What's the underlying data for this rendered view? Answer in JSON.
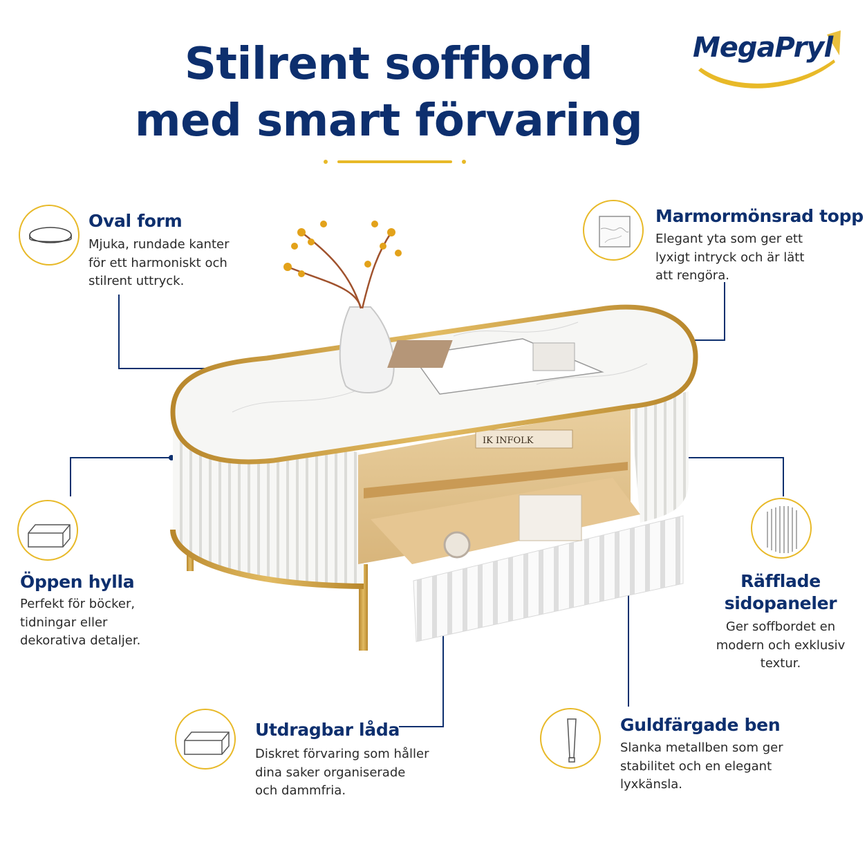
{
  "header": {
    "title_line1": "Stilrent soffbord",
    "title_line2": "med smart förvaring"
  },
  "brand": {
    "logo_text": "MegaPryl"
  },
  "colors": {
    "navy": "#0d2f6e",
    "gold": "#e8b928",
    "white": "#ffffff"
  },
  "features": {
    "oval": {
      "icon": "oval-icon",
      "title": "Oval form",
      "desc": [
        "Mjuka, rundade kanter",
        "för ett harmoniskt och",
        "stilrent uttryck."
      ]
    },
    "marble": {
      "icon": "marble-icon",
      "title": "Marmormönsrad topp",
      "desc": [
        "Elegant yta som ger ett",
        "lyxigt intryck och är lätt",
        "att rengöra."
      ]
    },
    "shelf": {
      "icon": "open-box-icon",
      "title": "Öppen hylla",
      "desc": [
        "Perfekt för böcker,",
        "tidningar eller",
        "dekorativa detaljer."
      ]
    },
    "fluted": {
      "icon": "fluted-panel-icon",
      "title_lines": [
        "Räfflade",
        "sidopaneler"
      ],
      "desc": [
        "Ger soffbordet en",
        "modern och exklusiv",
        "textur."
      ]
    },
    "drawer": {
      "icon": "drawer-icon",
      "title": "Utdragbar låda",
      "desc": [
        "Diskret förvaring som håller",
        "dina saker organiserade",
        "och dammfria."
      ]
    },
    "legs": {
      "icon": "leg-icon",
      "title": "Guldfärgade ben",
      "desc": [
        "Slanka metallben som ger",
        "stabilitet och en elegant",
        "lyxkänsla."
      ]
    }
  },
  "product_image": {
    "book_spine_text": "IK INFOLK"
  }
}
